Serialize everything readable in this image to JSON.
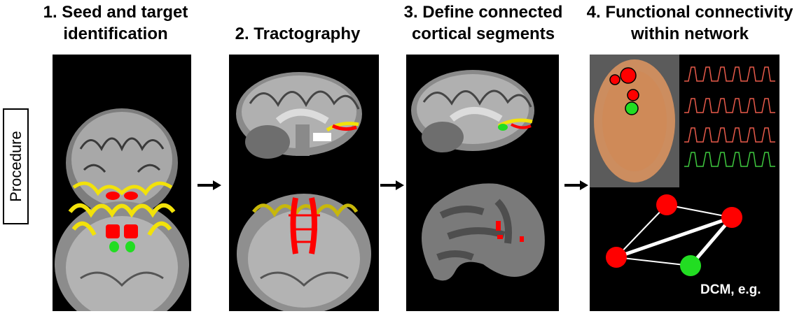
{
  "steps": [
    {
      "title": "1. Seed and target\nidentification"
    },
    {
      "title": "2. Tractography"
    },
    {
      "title": "3. Define connected\ncortical segments"
    },
    {
      "title": "4. Functional connectivity\nwithin network"
    }
  ],
  "side_label": "Procedure",
  "dcm_caption": "DCM, e.g.",
  "colors": {
    "seed_red": "#ff0000",
    "target_green": "#22dd22",
    "cortex_yellow": "#f2e20a",
    "signal_red": "#e85a4a",
    "signal_green": "#3fc93f",
    "brain_overlay": "#d8925f"
  },
  "icons": [
    "right-arrow-icon",
    "right-arrow-icon",
    "right-arrow-icon"
  ]
}
